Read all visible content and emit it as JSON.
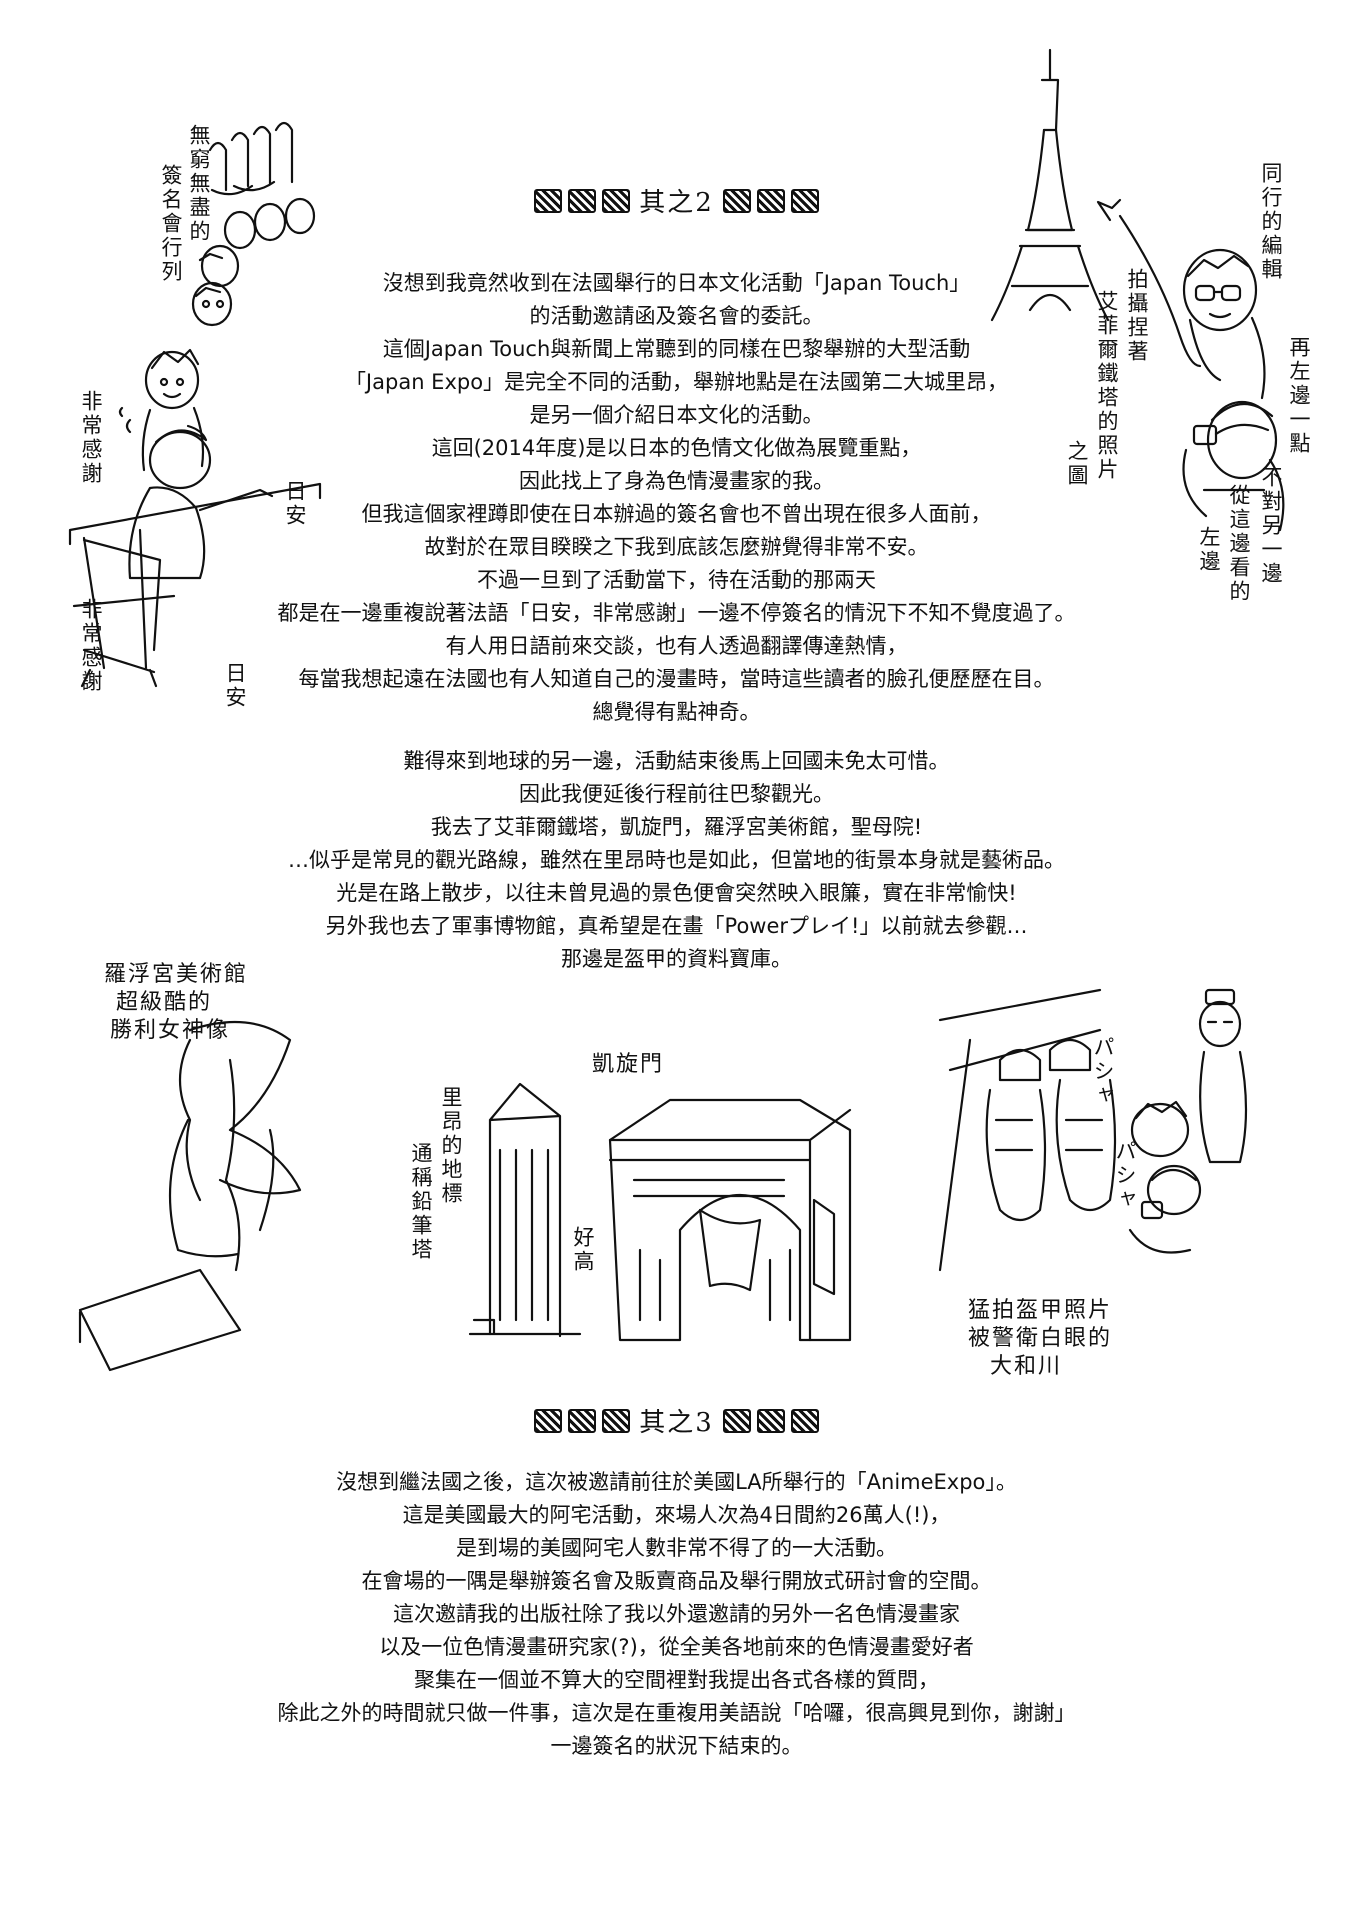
{
  "section2": {
    "heading": "其之2",
    "lines": [
      "沒想到我竟然收到在法國舉行的日本文化活動「Japan Touch」",
      "的活動邀請函及簽名會的委託。",
      "這個Japan Touch與新聞上常聽到的同樣在巴黎舉辦的大型活動",
      "「Japan Expo」是完全不同的活動，舉辦地點是在法國第二大城里昂，",
      "是另一個介紹日本文化的活動。",
      "這回(2014年度)是以日本的色情文化做為展覽重點，",
      "因此找上了身為色情漫畫家的我。",
      "但我這個家裡蹲即使在日本辦過的簽名會也不曾出現在很多人面前，",
      "故對於在眾目睽睽之下我到底該怎麼辦覺得非常不安。",
      "不過一旦到了活動當下，待在活動的那兩天",
      "都是在一邊重複說著法語「日安，非常感謝」一邊不停簽名的情況下不知不覺度過了。",
      "有人用日語前來交談，也有人透過翻譯傳達熱情，",
      "每當我想起遠在法國也有人知道自己的漫畫時，當時這些讀者的臉孔便歷歷在目。",
      "總覺得有點神奇。"
    ],
    "lines_b": [
      "難得來到地球的另一邊，活動結束後馬上回國未免太可惜。",
      "因此我便延後行程前往巴黎觀光。",
      "我去了艾菲爾鐵塔，凱旋門，羅浮宮美術館，聖母院!",
      "…似乎是常見的觀光路線，雖然在里昂時也是如此，但當地的街景本身就是藝術品。",
      "光是在路上散步，以往未曾見過的景色便會突然映入眼簾，實在非常愉快!",
      "另外我也去了軍事博物館，真希望是在畫「Powerプレイ!」以前就去參觀…",
      "那邊是盔甲的資料寶庫。"
    ]
  },
  "section3": {
    "heading": "其之3",
    "lines": [
      "沒想到繼法國之後，這次被邀請前往於美國LA所舉行的「AnimeExpo」。",
      "這是美國最大的阿宅活動，來場人次為4日間約26萬人(!)，",
      "是到場的美國阿宅人數非常不得了的一大活動。",
      "在會場的一隅是舉辦簽名會及販賣商品及舉行開放式研討會的空間。",
      "這次邀請我的出版社除了我以外還邀請的另外一名色情漫畫家",
      "以及一位色情漫畫研究家(?)，從全美各地前來的色情漫畫愛好者",
      "聚集在一個並不算大的空間裡對我提出各式各樣的質問，",
      "除此之外的時間就只做一件事，這次是在重複用美語說「哈囉，很高興見到你，謝謝」",
      "一邊簽名的狀況下結束的。"
    ]
  },
  "notes": {
    "endless_line": [
      "無窮無盡的",
      "簽名會行列"
    ],
    "thanks1": "非常感謝",
    "hello1": "日安",
    "thanks2": "非常感謝",
    "hello2": "日安",
    "editor": "同行的編輯",
    "photo_eiffel": [
      "拍攝捏著",
      "艾菲爾鐵塔的照片",
      "之圖"
    ],
    "more_left": [
      "再左邊一點",
      "不對另一邊"
    ],
    "viewer_left": [
      "從這邊看的",
      "左邊"
    ],
    "louvre": [
      "羅浮宮美術館",
      "超級酷的",
      "勝利女神像"
    ],
    "lyon_landmark": [
      "里昂的地標",
      "通稱鉛筆塔"
    ],
    "so_tall": "好高",
    "arc": "凱旋門",
    "armor": [
      "猛拍盔甲照片",
      "被警衛白眼的",
      "大和川"
    ],
    "snap1": "パシャ",
    "snap2": "パシャ"
  }
}
